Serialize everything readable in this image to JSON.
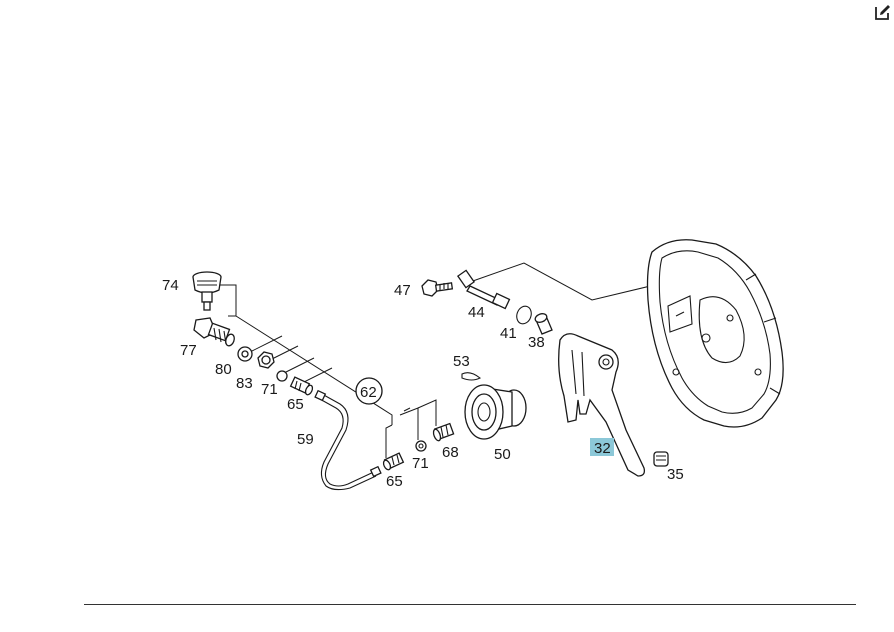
{
  "labels": {
    "p74": "74",
    "p77": "77",
    "p80": "80",
    "p83": "83",
    "p71a": "71",
    "p65a": "65",
    "p62": "62",
    "p59": "59",
    "p65b": "65",
    "p71b": "71",
    "p68": "68",
    "p47": "47",
    "p44": "44",
    "p41": "41",
    "p38": "38",
    "p53": "53",
    "p50": "50",
    "p32": "32",
    "p35": "35"
  },
  "colors": {
    "highlight": "#8cc8d8",
    "line": "#1a1a1a"
  },
  "icons": {
    "edit": "edit-icon"
  }
}
